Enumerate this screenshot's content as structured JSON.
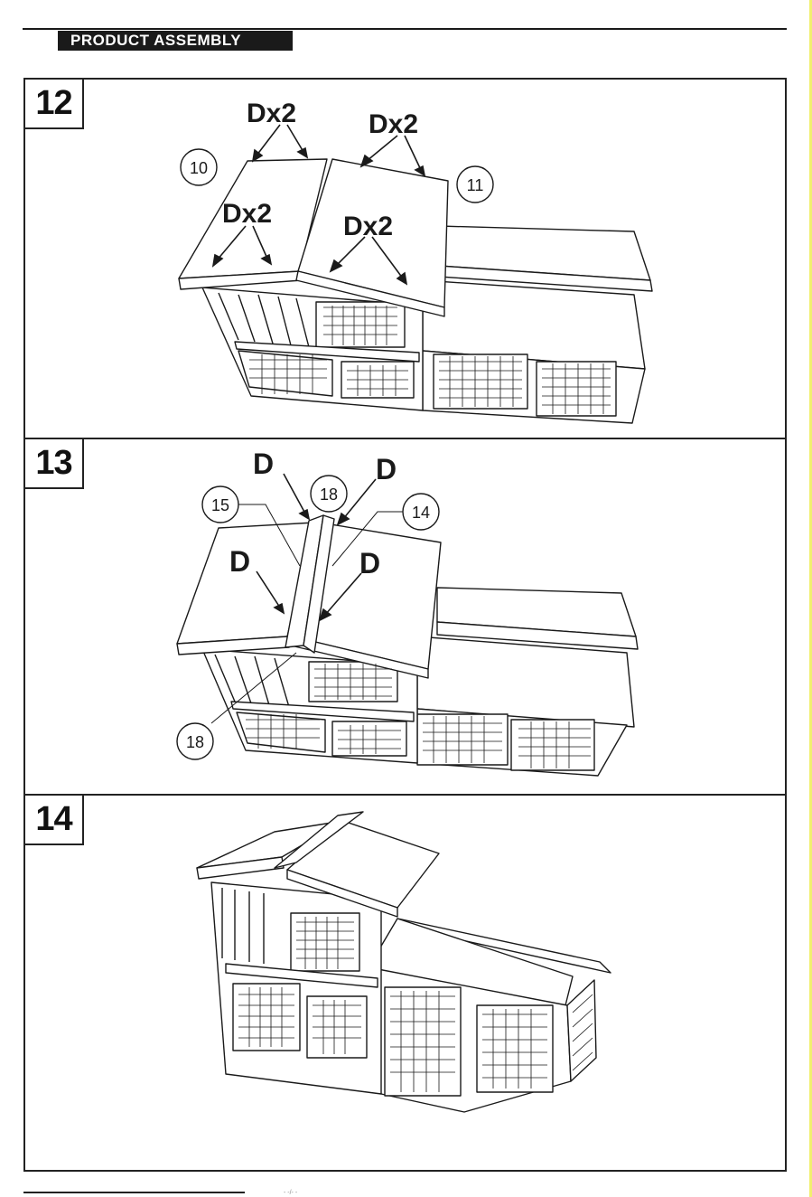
{
  "header": {
    "section_title": "PRODUCT ASSEMBLY"
  },
  "steps": [
    {
      "number": "12",
      "callouts": {
        "dx2_a": "Dx2",
        "dx2_b": "Dx2",
        "dx2_c": "Dx2",
        "dx2_d": "Dx2"
      },
      "parts": {
        "left_roof": "10",
        "right_roof": "11"
      }
    },
    {
      "number": "13",
      "callouts": {
        "d_a": "D",
        "d_b": "D",
        "d_c": "D",
        "d_d": "D"
      },
      "parts": {
        "top_ridge": "18",
        "left_ridge_panel": "15",
        "right_ridge_panel": "14",
        "bottom_ridge": "18"
      }
    },
    {
      "number": "14"
    }
  ],
  "colors": {
    "ink": "#1a1a1a",
    "edge_stripe": "#f1ef6e",
    "paper": "#ffffff"
  },
  "footer": {
    "mark": "- -/- -"
  }
}
